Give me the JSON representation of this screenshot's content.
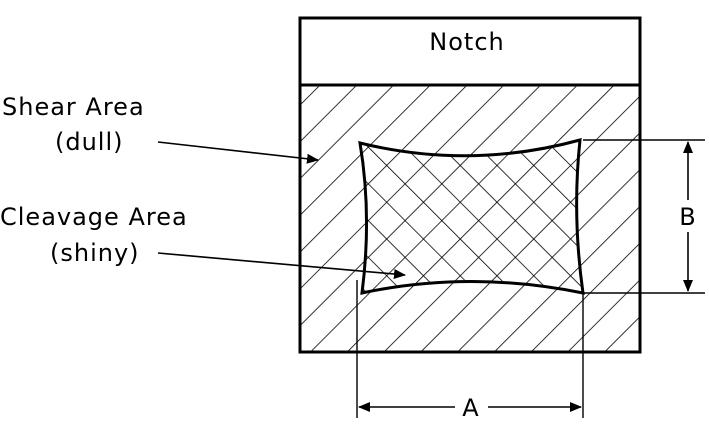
{
  "diagram": {
    "notch_label": "Notch",
    "shear_area_label": "Shear Area",
    "shear_area_note": "(dull)",
    "cleavage_area_label": "Cleavage Area",
    "cleavage_area_note": "(shiny)",
    "dimension_a": "A",
    "dimension_b": "B",
    "colors": {
      "ink": "#000000",
      "background": "#ffffff"
    }
  }
}
